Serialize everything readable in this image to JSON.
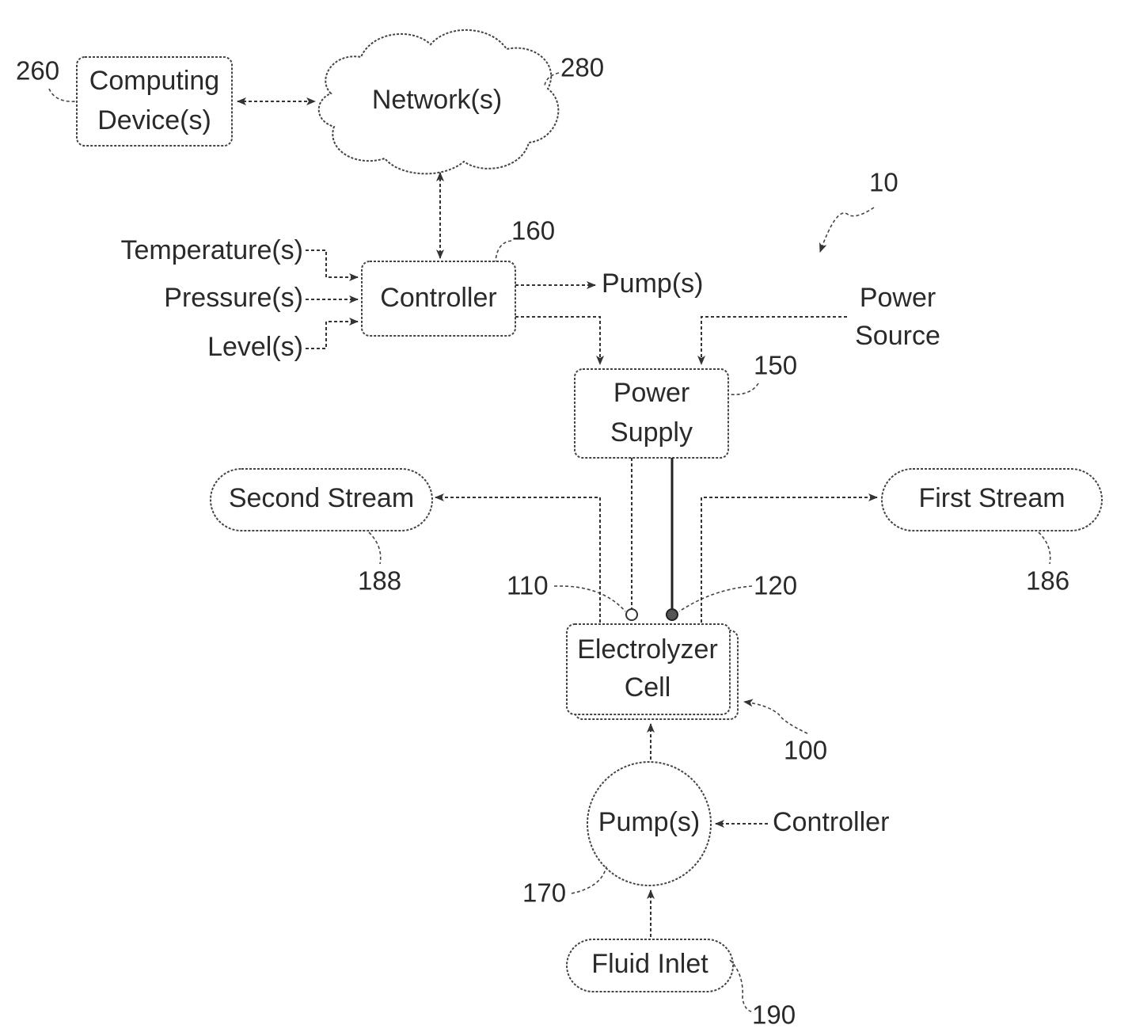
{
  "blocks": {
    "computing_device": [
      "Computing",
      "Device(s)"
    ],
    "network": "Network(s)",
    "controller": "Controller",
    "power_supply": [
      "Power",
      "Supply"
    ],
    "electrolyzer": [
      "Electrolyzer",
      "Cell"
    ],
    "pump": "Pump(s)",
    "second_stream": "Second Stream",
    "first_stream": "First Stream",
    "fluid_inlet": "Fluid Inlet"
  },
  "signals": {
    "temperature": "Temperature(s)",
    "pressure": "Pressure(s)",
    "level": "Level(s)",
    "pump_out": "Pump(s)",
    "power_source": [
      "Power",
      "Source"
    ],
    "controller_in": "Controller"
  },
  "refs": {
    "system": "10",
    "computing_device": "260",
    "network": "280",
    "controller": "160",
    "power_supply": "150",
    "electrode_110": "110",
    "electrode_120": "120",
    "electrolyzer": "100",
    "second_stream": "188",
    "first_stream": "186",
    "pump": "170",
    "fluid_inlet": "190"
  }
}
